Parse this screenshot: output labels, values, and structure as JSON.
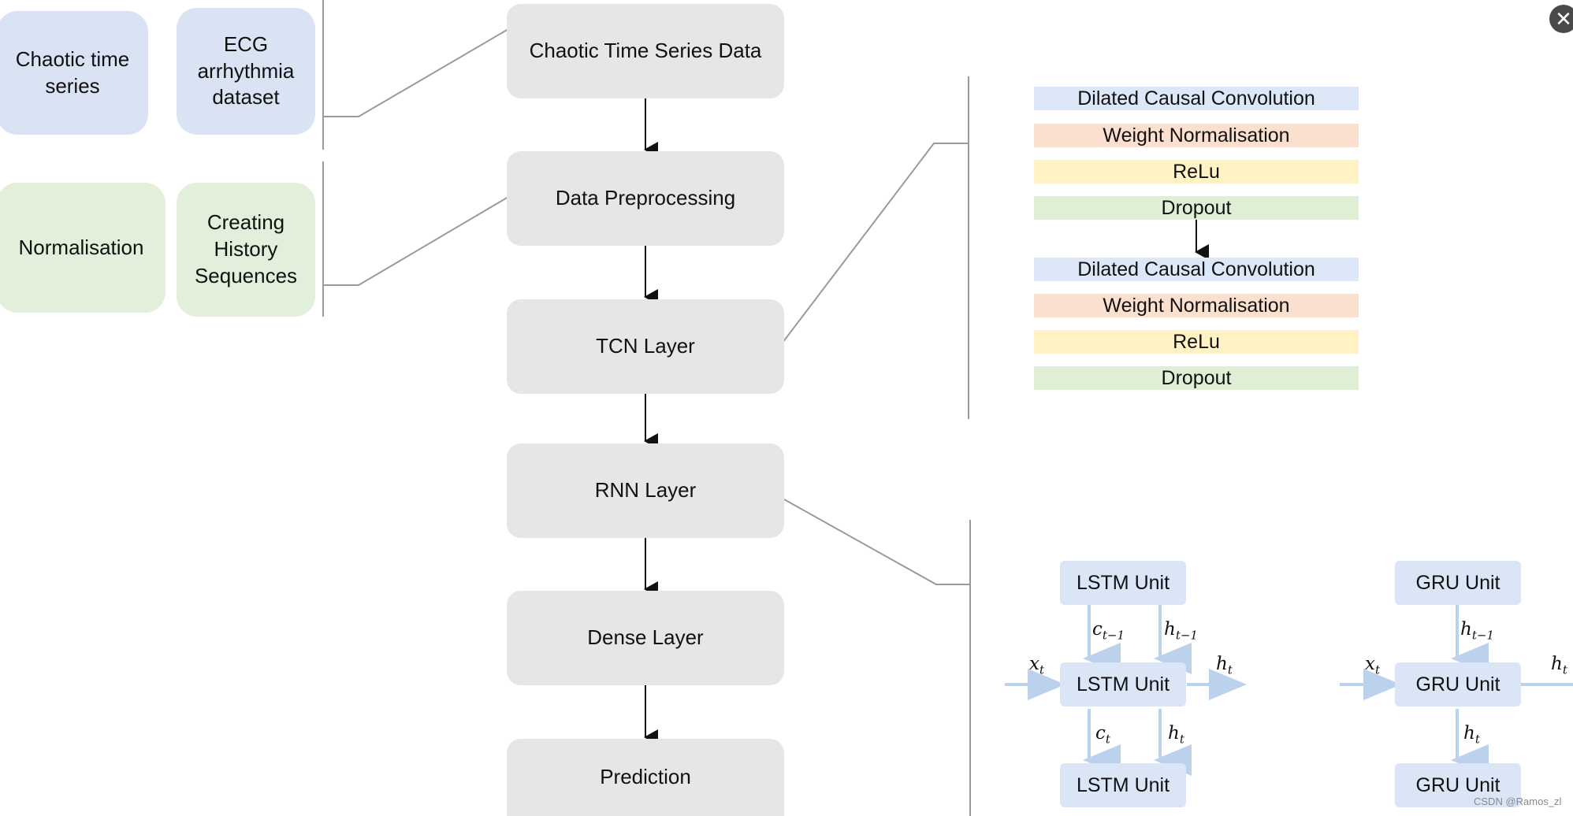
{
  "flow": {
    "chaotic_data": "Chaotic Time Series Data",
    "preprocessing": "Data Preprocessing",
    "tcn": "TCN Layer",
    "rnn": "RNN Layer",
    "dense": "Dense Layer",
    "prediction": "Prediction"
  },
  "datasets": {
    "chaotic_line1": "Chaotic time",
    "chaotic_line2": "series",
    "ecg_line1": "ECG",
    "ecg_line2": "arrhythmia",
    "ecg_line3": "dataset"
  },
  "preprocess_steps": {
    "normalisation": "Normalisation",
    "history_line1": "Creating",
    "history_line2": "History",
    "history_line3": "Sequences"
  },
  "tcn_block": {
    "dilated": "Dilated Causal Convolution",
    "weight_norm": "Weight Normalisation",
    "relu": "ReLu",
    "dropout": "Dropout"
  },
  "rnn_units": {
    "lstm": "LSTM Unit",
    "gru": "GRU Unit"
  },
  "symbols": {
    "x": "x",
    "h": "h",
    "c": "c",
    "t": "t",
    "t_minus_1": "t−1"
  },
  "colors": {
    "flow_box": "#e6e6e6",
    "dataset_box": "#dae3f3",
    "preprocess_box": "#e2efda",
    "bar_blue": "#dce8f7",
    "bar_orange": "#fbe0d0",
    "bar_yellow": "#fff2c4",
    "bar_green": "#dff0d6",
    "unit_box": "#dae6f5"
  },
  "icons": {
    "close": "close-icon"
  },
  "watermark": "CSDN @Ramos_zl"
}
